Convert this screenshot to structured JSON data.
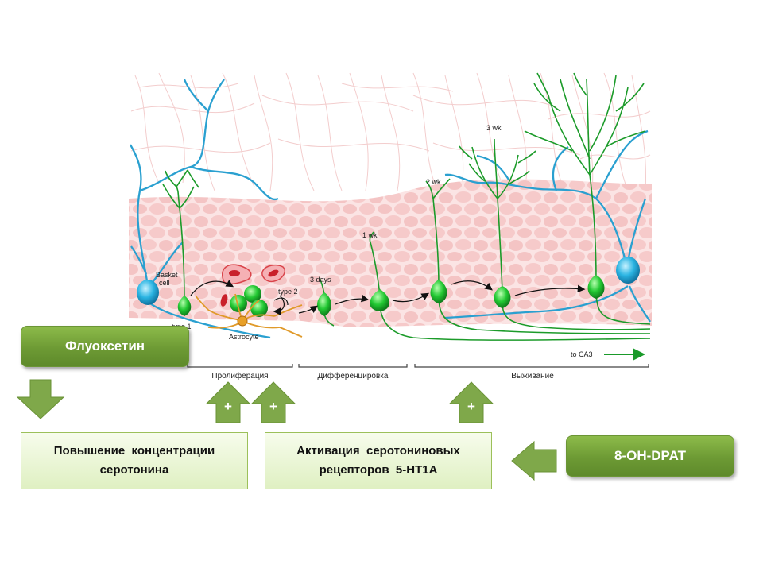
{
  "diagram": {
    "labels": {
      "basket_cell": "Basket\ncell",
      "type1": "type 1",
      "type2": "type 2",
      "astrocyte": "Astrocyte",
      "days3": "3 days",
      "wk1": "1 wk",
      "wk2": "2 wk",
      "wk3": "3 wk",
      "to_ca3": "to CA3"
    },
    "stages": {
      "proliferation": "Пролиферация",
      "differentiation": "Дифференцировка",
      "survival": "Выживание"
    }
  },
  "buttons": {
    "fluoxetine": "Флуоксетин",
    "dpat": "8-OH-DPAT"
  },
  "boxes": {
    "serotonin_line1": "Повышение  концентрации",
    "serotonin_line2": "серотонина",
    "receptors_line1": "Активация  серотониновых",
    "receptors_line2": "рецепторов  5-HT1A"
  },
  "plus_sign": "+",
  "colors": {
    "button_green": "#77a33c",
    "box_fill": "#e8f5d2",
    "neuron_green": "#22c832",
    "basket_blue": "#2aa8d8",
    "vessel_red": "#d9444a",
    "astrocyte_orange": "#e09a2a"
  }
}
